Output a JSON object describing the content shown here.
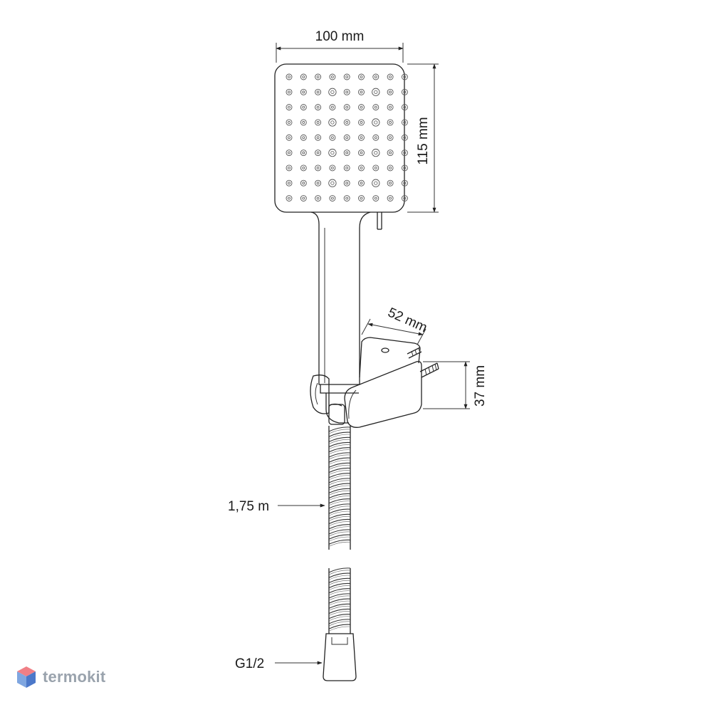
{
  "dimensions": {
    "width": "100 mm",
    "height": "115 mm",
    "holder_depth": "52 mm",
    "holder_height": "37 mm",
    "hose_length": "1,75 m",
    "connection": "G1/2"
  },
  "brand": {
    "name": "termokit",
    "colors": {
      "top": "#f07f86",
      "left": "#7fa6e0",
      "right": "#4c78c9",
      "text": "#9aa3ad"
    }
  }
}
